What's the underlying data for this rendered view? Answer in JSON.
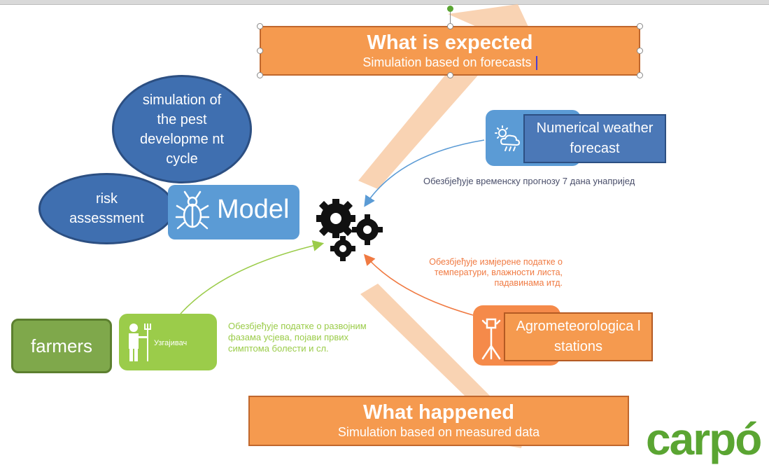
{
  "diagram": {
    "top_banner": {
      "title": "What is expected",
      "subtitle": "Simulation based on forecasts"
    },
    "bottom_banner": {
      "title": "What happened",
      "subtitle": "Simulation based on measured data"
    },
    "ellipses": {
      "simulation": "simulation of the pest developme nt cycle",
      "risk": "risk assessment"
    },
    "model": {
      "label": "Model"
    },
    "nwf": {
      "label": "Numerical weather forecast",
      "note": "Обезбјеђује временску прогнозу 7 дана унапријед"
    },
    "agro": {
      "label": "Agrometeorologica l stations",
      "note": "Обезбјеђује измјерене податке о температури, влажности листа, падавинама итд."
    },
    "farmers": {
      "label": "farmers"
    },
    "farmer_badge": {
      "label": "Узгајивач",
      "note": "Обезбјеђује податке о развојним фазама усјева, појави првих симптома болести и сл."
    },
    "logo": {
      "text": "carpó"
    }
  },
  "colors": {
    "blue": "#3f6fb0",
    "light_blue": "#5b9bd5",
    "orange": "#f59a4f",
    "green": "#9bcc4a",
    "dark_green": "#7fa84b",
    "logo_green": "#5aa532"
  }
}
